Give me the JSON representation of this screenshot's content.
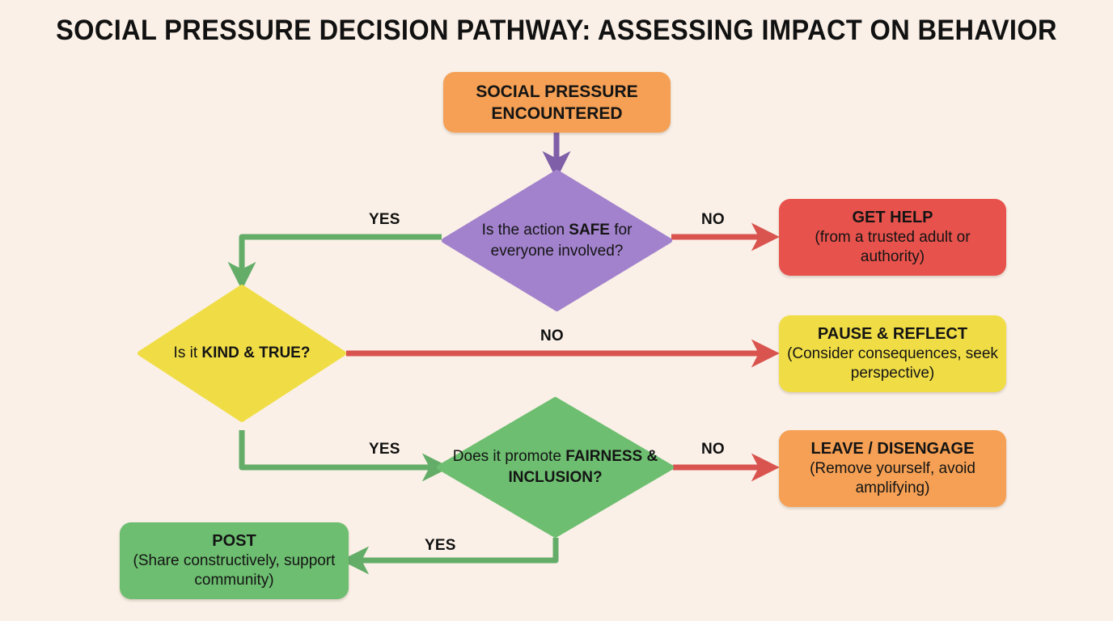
{
  "page": {
    "title": "SOCIAL PRESSURE DECISION PATHWAY: ASSESSING IMPACT ON BEHAVIOR",
    "background_color": "#faf0e7"
  },
  "palette": {
    "orange": "#f5a054",
    "purple": "#a282cc",
    "yellow": "#f0dd46",
    "green": "#6dbe70",
    "red": "#e8524c",
    "arrow_green": "#64ad68",
    "arrow_red": "#d9534f",
    "arrow_purple": "#7e5fa8",
    "text": "#141414"
  },
  "nodes": {
    "start": {
      "id": "social-pressure-encountered",
      "shape": "rounded-rect",
      "color": "#f5a054",
      "line1": "SOCIAL PRESSURE",
      "line2": "ENCOUNTERED"
    },
    "decision_safe": {
      "id": "is-action-safe",
      "shape": "diamond",
      "color": "#a282cc",
      "text_plain": "Is the action SAFE for everyone involved?",
      "text_pre": "Is the action ",
      "text_bold": "SAFE",
      "text_post": " for everyone involved?"
    },
    "decision_kind_true": {
      "id": "is-it-kind-and-true",
      "shape": "diamond",
      "color": "#f0dd46",
      "text_plain": "Is it KIND & TRUE?",
      "text_pre": "Is it ",
      "text_bold": "KIND & TRUE?",
      "text_post": ""
    },
    "decision_fairness": {
      "id": "does-it-promote-fairness-inclusion",
      "shape": "diamond",
      "color": "#6dbe70",
      "text_plain": "Does it promote FAIRNESS & INCLUSION?",
      "text_pre": "Does it promote ",
      "text_bold": "FAIRNESS & INCLUSION?",
      "text_post": ""
    },
    "get_help": {
      "id": "get-help",
      "shape": "rounded-rect",
      "color": "#e8524c",
      "line1": "GET HELP",
      "line2": "(from a trusted adult or authority)"
    },
    "pause_reflect": {
      "id": "pause-and-reflect",
      "shape": "rounded-rect",
      "color": "#f0dd46",
      "line1": "PAUSE & REFLECT",
      "line2": "(Consider consequences, seek perspective)"
    },
    "leave_disengage": {
      "id": "leave-disengage",
      "shape": "rounded-rect",
      "color": "#f5a054",
      "line1": "LEAVE / DISENGAGE",
      "line2": "(Remove yourself, avoid amplifying)"
    },
    "post": {
      "id": "post",
      "shape": "rounded-rect",
      "color": "#6dbe70",
      "line1": "POST",
      "line2": "(Share constructively, support community)"
    }
  },
  "edges": {
    "start_to_safe": {
      "label": "",
      "color": "#7e5fa8"
    },
    "safe_yes": {
      "label": "YES",
      "color": "#64ad68",
      "from": "is-action-safe",
      "to": "is-it-kind-and-true"
    },
    "safe_no": {
      "label": "NO",
      "color": "#d9534f",
      "from": "is-action-safe",
      "to": "get-help"
    },
    "kind_no": {
      "label": "NO",
      "color": "#d9534f",
      "from": "is-it-kind-and-true",
      "to": "pause-and-reflect"
    },
    "kind_yes": {
      "label": "YES",
      "color": "#64ad68",
      "from": "is-it-kind-and-true",
      "to": "does-it-promote-fairness-inclusion"
    },
    "fair_no": {
      "label": "NO",
      "color": "#d9534f",
      "from": "does-it-promote-fairness-inclusion",
      "to": "leave-disengage"
    },
    "fair_yes": {
      "label": "YES",
      "color": "#64ad68",
      "from": "does-it-promote-fairness-inclusion",
      "to": "post"
    }
  }
}
